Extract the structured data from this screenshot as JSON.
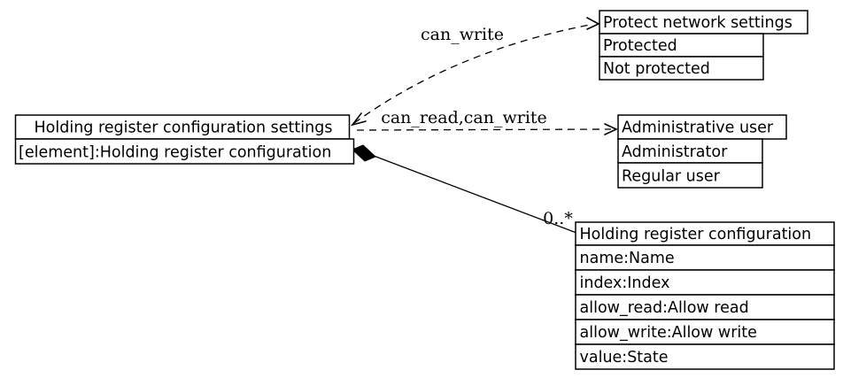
{
  "diagram": {
    "kind": "uml-class-diagram",
    "background_color": "#ffffff",
    "line_color": "#000000",
    "text_color": "#000000",
    "nodes": {
      "settings": {
        "title": "Holding register configuration settings",
        "attributes": [
          "[element]:Holding register configuration"
        ]
      },
      "protect": {
        "title": "Protect network settings",
        "attributes": [
          "Protected",
          "Not protected"
        ]
      },
      "admin": {
        "title": "Administrative user",
        "attributes": [
          "Administrator",
          "Regular user"
        ]
      },
      "holding": {
        "title": "Holding register configuration",
        "attributes": [
          "name:Name",
          "index:Index",
          "allow_read:Allow read",
          "allow_write:Allow write",
          "value:State"
        ]
      }
    },
    "edges": {
      "can_write": {
        "label": "can_write",
        "style": "dashed",
        "from": "settings",
        "to": "protect"
      },
      "can_read_can_write": {
        "label": "can_read,can_write",
        "style": "dashed",
        "from": "settings",
        "to": "admin"
      },
      "composition": {
        "label": "0..*",
        "style": "solid",
        "from": "settings",
        "to": "holding"
      }
    }
  }
}
